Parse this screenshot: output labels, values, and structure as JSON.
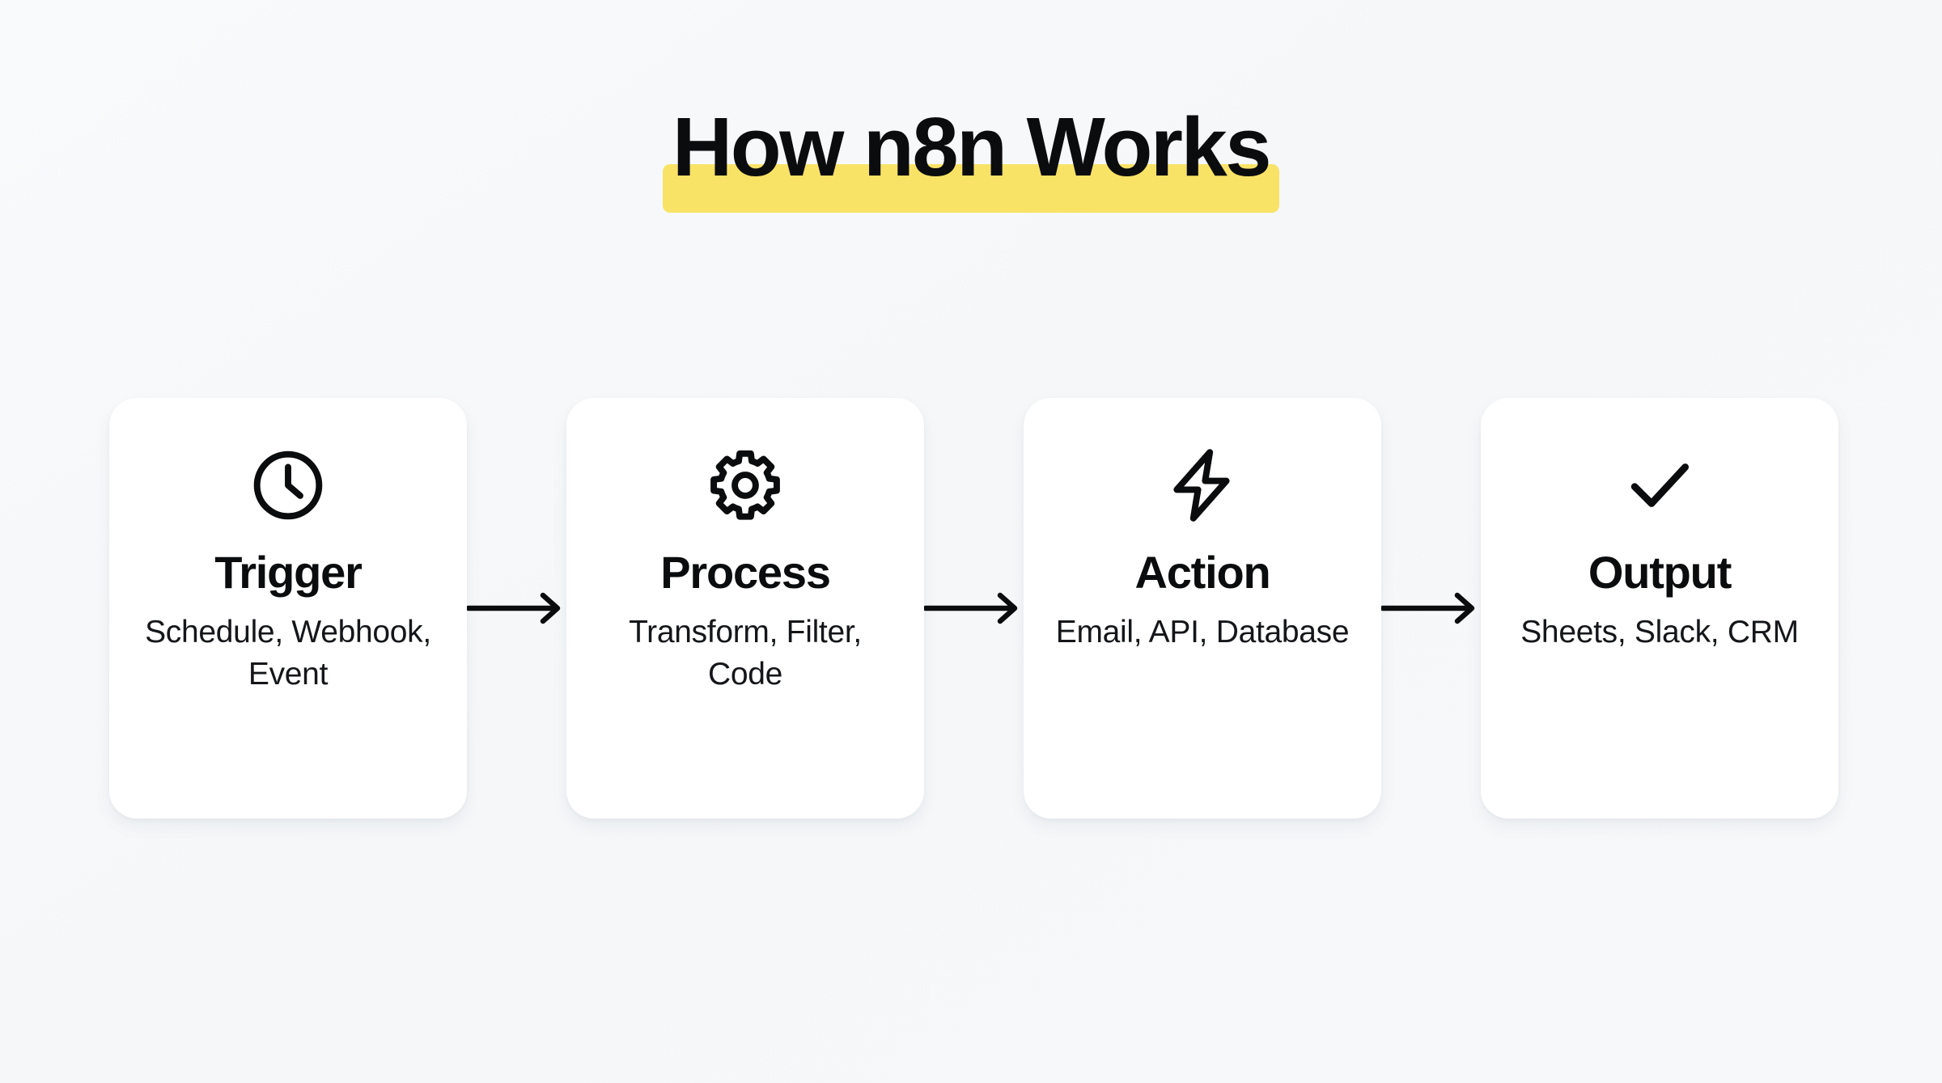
{
  "title": {
    "text": "How n8n Works",
    "highlight_color": "#f8e367",
    "text_color": "#0b0c0d"
  },
  "theme": {
    "background": "#f7f9fa",
    "card_background": "#ffffff",
    "accent_yellow": "#f8e367",
    "ink": "#0b0c0d"
  },
  "flow": {
    "arrow_label": "arrow-right",
    "steps": [
      {
        "icon": "clock-icon",
        "title": "Trigger",
        "desc": "Schedule, Webhook, Event"
      },
      {
        "icon": "gear-icon",
        "title": "Process",
        "desc": "Transform, Filter, Code"
      },
      {
        "icon": "lightning-bolt-icon",
        "title": "Action",
        "desc": "Email, API, Database"
      },
      {
        "icon": "check-icon",
        "title": "Output",
        "desc": "Sheets, Slack, CRM"
      }
    ]
  }
}
